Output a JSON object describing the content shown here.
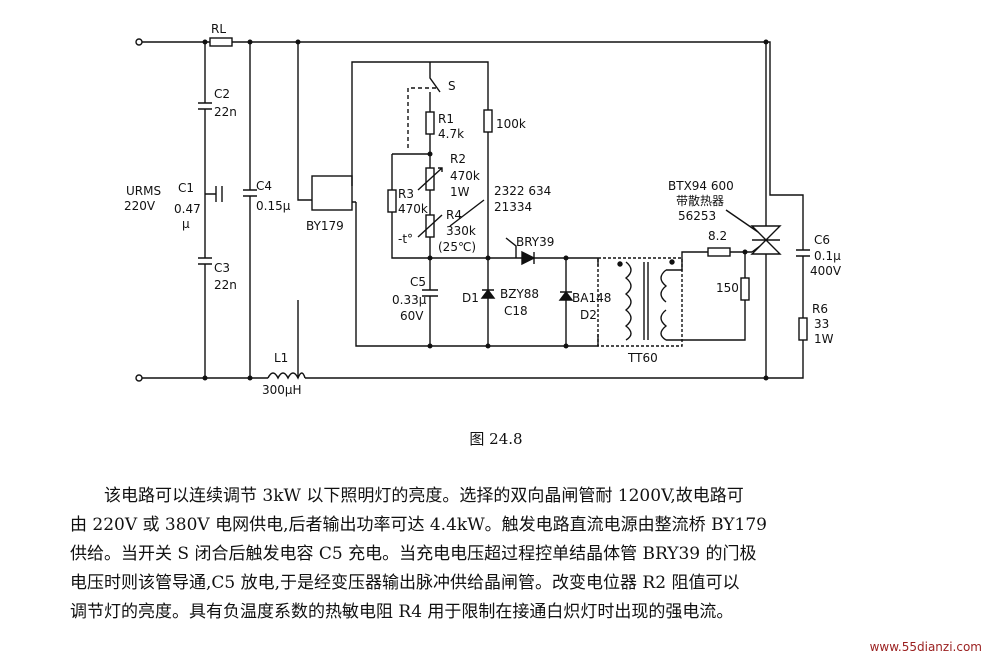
{
  "circuit": {
    "labels": {
      "rl": "RL",
      "c2": "C2",
      "c2_val": "22n",
      "c1": "C1",
      "c1_val1": "0.47",
      "c1_val2": "μ",
      "c3": "C3",
      "c3_val": "22n",
      "c4": "C4",
      "c4_val": "0.15μ",
      "vrms": "URMS",
      "vrms_val": "220V",
      "by179": "BY179",
      "switch": "S",
      "r1": "R1",
      "r1_val": "4.7k",
      "r_100k": "100k",
      "r2": "R2",
      "r2_val1": "470k",
      "r2_val2": "1W",
      "r3": "R3",
      "r3_val": "470k",
      "r4": "R4",
      "r4_val": "330k",
      "r4_temp": "(25℃)",
      "temp_t": "-t°",
      "part_no1": "2322 634",
      "part_no2": "21334",
      "bry39": "BRY39",
      "c5": "C5",
      "c5_val1": "0.33μ",
      "c5_val2": "60V",
      "d1": "D1",
      "bzy88": "BZY88",
      "c18": "C18",
      "ba148": "BA148",
      "d2": "D2",
      "tt60": "TT60",
      "btx94": "BTX94 600",
      "heatsink": "带散热器",
      "heatsink_no": "56253",
      "r_8_2": "8.2",
      "r_150": "150",
      "c6": "C6",
      "c6_val1": "0.1μ",
      "c6_val2": "400V",
      "r6": "R6",
      "r6_val1": "33",
      "r6_val2": "1W",
      "l1": "L1",
      "l1_val": "300μH"
    }
  },
  "caption": "图 24.8",
  "description": [
    "该电路可以连续调节 3kW 以下照明灯的亮度。选择的双向晶闸管耐 1200V,故电路可",
    "由 220V 或 380V 电网供电,后者输出功率可达 4.4kW。触发电路直流电源由整流桥 BY179",
    "供给。当开关 S 闭合后触发电容 C5 充电。当充电电压超过程控单结晶体管 BRY39 的门极",
    "电压时则该管导通,C5 放电,于是经变压器输出脉冲供给晶闸管。改变电位器 R2 阻值可以",
    "调节灯的亮度。具有负温度系数的热敏电阻 R4 用于限制在接通白炽灯时出现的强电流。"
  ],
  "watermark": "www.55dianzi.com"
}
